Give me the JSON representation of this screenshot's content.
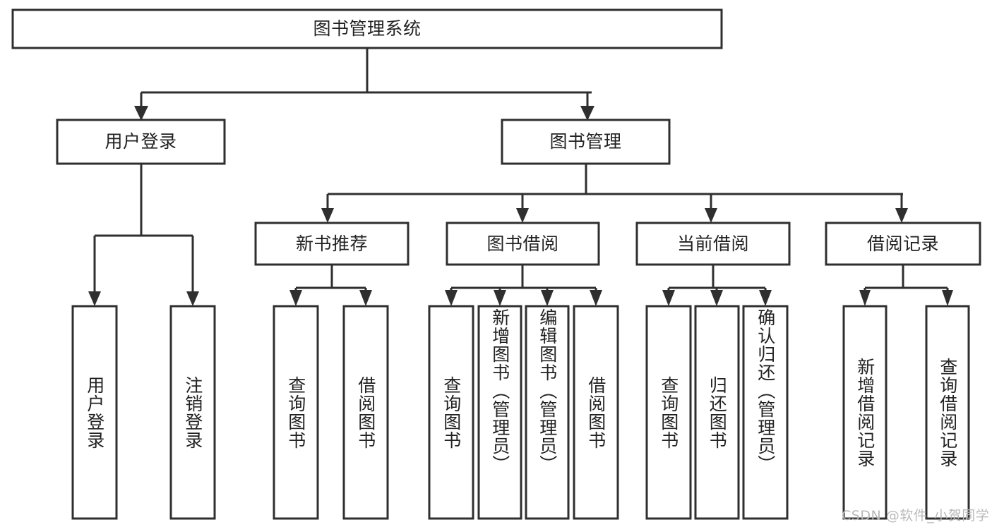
{
  "diagram": {
    "type": "tree-hierarchy",
    "title": "图书管理系统",
    "watermark": "CSDN @软件_小贺同学",
    "colors": {
      "stroke": "#2f2f2f",
      "fill": "#ffffff",
      "text": "#222222",
      "watermark": "#b9b9b9",
      "background": "#ffffff"
    },
    "levels": [
      {
        "level": 1,
        "nodes": [
          {
            "id": "root",
            "label": "图书管理系统",
            "orientation": "horizontal"
          }
        ]
      },
      {
        "level": 2,
        "nodes": [
          {
            "id": "login",
            "label": "用户登录",
            "orientation": "horizontal",
            "parent": "root"
          },
          {
            "id": "bookmgmt",
            "label": "图书管理",
            "orientation": "horizontal",
            "parent": "root"
          }
        ]
      },
      {
        "level": 3,
        "nodes": [
          {
            "id": "newbook",
            "label": "新书推荐",
            "orientation": "horizontal",
            "parent": "bookmgmt"
          },
          {
            "id": "borrow",
            "label": "图书借阅",
            "orientation": "horizontal",
            "parent": "bookmgmt"
          },
          {
            "id": "current",
            "label": "当前借阅",
            "orientation": "horizontal",
            "parent": "bookmgmt"
          },
          {
            "id": "records",
            "label": "借阅记录",
            "orientation": "horizontal",
            "parent": "bookmgmt"
          }
        ]
      },
      {
        "level": 4,
        "nodes": [
          {
            "id": "leaf-1",
            "label": "用户登录",
            "orientation": "vertical",
            "parent": "login"
          },
          {
            "id": "leaf-2",
            "label": "注销登录",
            "orientation": "vertical",
            "parent": "login"
          },
          {
            "id": "leaf-3",
            "label": "查询图书",
            "orientation": "vertical",
            "parent": "newbook"
          },
          {
            "id": "leaf-4",
            "label": "借阅图书",
            "orientation": "vertical",
            "parent": "newbook"
          },
          {
            "id": "leaf-5",
            "label": "查询图书",
            "orientation": "vertical",
            "parent": "borrow"
          },
          {
            "id": "leaf-6",
            "label": "新增图书（管理员）",
            "orientation": "vertical",
            "parent": "borrow"
          },
          {
            "id": "leaf-7",
            "label": "编辑图书（管理员）",
            "orientation": "vertical",
            "parent": "borrow"
          },
          {
            "id": "leaf-8",
            "label": "借阅图书",
            "orientation": "vertical",
            "parent": "borrow"
          },
          {
            "id": "leaf-9",
            "label": "查询图书",
            "orientation": "vertical",
            "parent": "current"
          },
          {
            "id": "leaf-10",
            "label": "归还图书",
            "orientation": "vertical",
            "parent": "current"
          },
          {
            "id": "leaf-11",
            "label": "确认归还（管理员）",
            "orientation": "vertical",
            "parent": "current"
          },
          {
            "id": "leaf-12",
            "label": "新增借阅记录",
            "orientation": "vertical",
            "parent": "records"
          },
          {
            "id": "leaf-13",
            "label": "查询借阅记录",
            "orientation": "vertical",
            "parent": "records"
          }
        ]
      }
    ]
  }
}
